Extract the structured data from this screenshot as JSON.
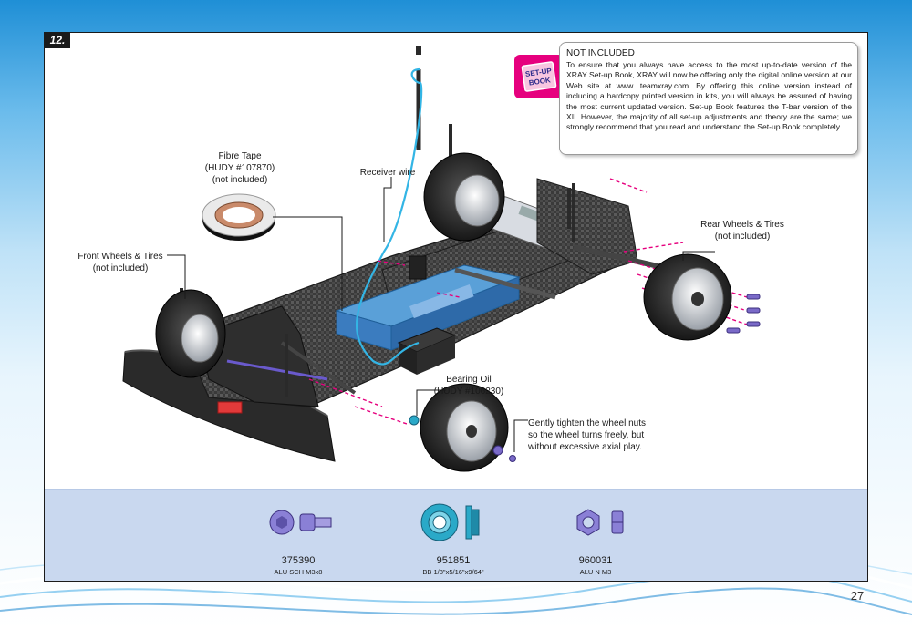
{
  "step": {
    "number": "12."
  },
  "callouts": {
    "fibre_tape": [
      "Fibre Tape",
      "(HUDY #107870)",
      "(not included)"
    ],
    "receiver_wire": [
      "Receiver wire"
    ],
    "front_wheels": [
      "Front Wheels & Tires",
      "(not included)"
    ],
    "rear_wheels": [
      "Rear Wheels & Tires",
      "(not included)"
    ],
    "bearing_oil": [
      "Bearing Oil",
      "(HUDY #106230)"
    ],
    "wheel_nuts": [
      "Gently tighten the wheel nuts",
      "so the wheel turns freely, but",
      "without excessive axial play."
    ]
  },
  "note": {
    "title": "NOT INCLUDED",
    "body": "To ensure that you always have access to the most up-to-date version of the XRAY Set-up Book, XRAY will now be offering only the digital online version at our Web site at www. teamxray.com. By offering this online version instead of including a hardcopy printed version in kits, you will always be assured of having the most current updated version. Set-up Book features the T-bar version of the XII. However, the majority of all set-up adjustments and theory are the same; we strongly recommend that you read and understand the Set-up Book completely.",
    "badge": [
      "SET-UP",
      "BOOK"
    ]
  },
  "parts": [
    {
      "code": "375390",
      "desc": "ALU SCH M3x8"
    },
    {
      "code": "951851",
      "desc": "BB 1/8\"x5/16\"x9/64\""
    },
    {
      "code": "960031",
      "desc": "ALU N M3"
    }
  ],
  "page": {
    "number": "27"
  },
  "colors": {
    "accent_magenta": "#e6007e",
    "parts_bar": "#c9d8ef",
    "anodized_purple": "#7a6ac8",
    "bearing_cyan": "#2aa9c8"
  }
}
